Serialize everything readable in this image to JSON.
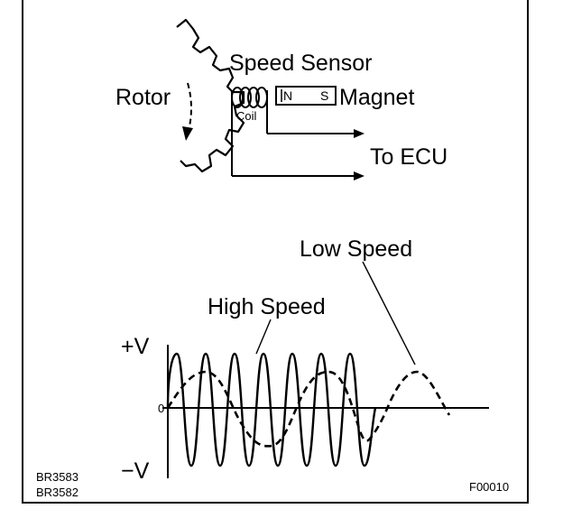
{
  "labels": {
    "speed_sensor": "Speed Sensor",
    "rotor": "Rotor",
    "coil": "Coil",
    "magnet_north": "N",
    "magnet_south": "S",
    "magnet": "Magnet",
    "to_ecu": "To ECU",
    "low_speed": "Low Speed",
    "high_speed": "High Speed",
    "plus_v": "+V",
    "minus_v": "−V",
    "zero": "0",
    "code_1": "BR3583",
    "code_2": "BR3582",
    "figure_code": "F00010"
  },
  "colors": {
    "ink": "#000000",
    "background": "#ffffff"
  }
}
